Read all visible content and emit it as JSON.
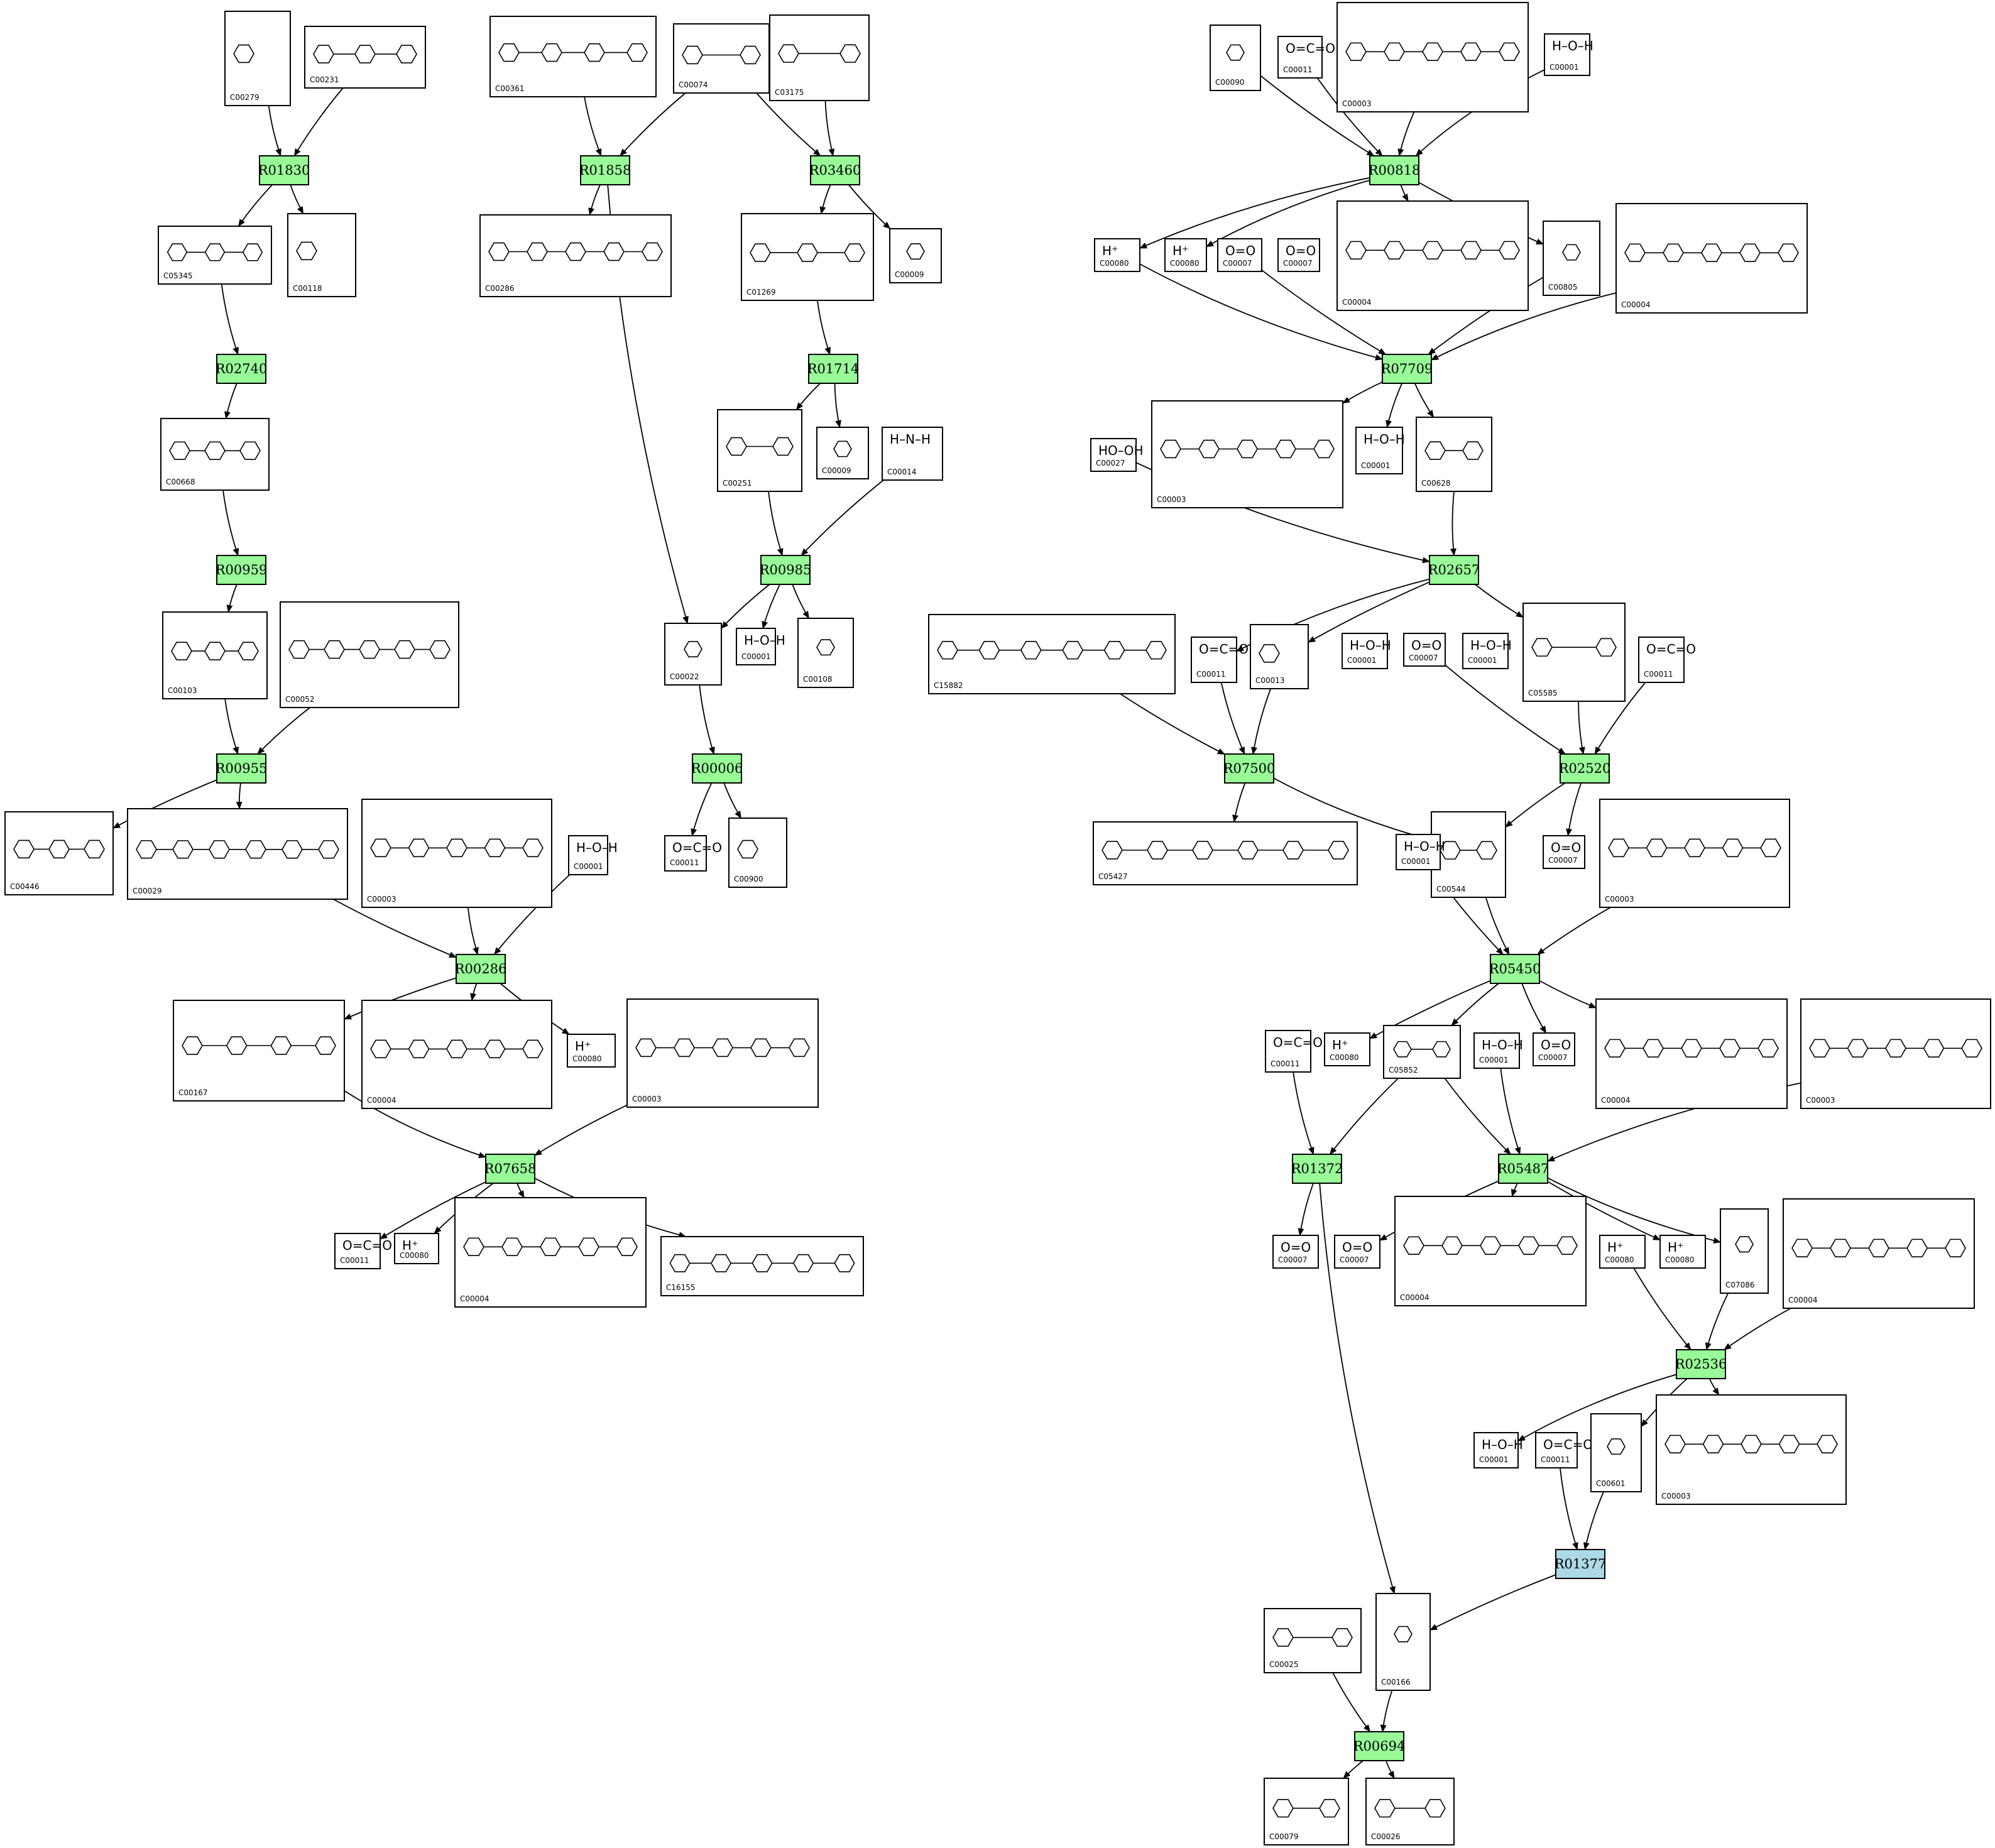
{
  "colors": {
    "reaction_fill": "#98fb98",
    "reaction_highlight_fill": "#add8e6",
    "compound_fill": "#ffffff",
    "line": "#000000"
  },
  "reactions": [
    {
      "id": "R01830",
      "color": "#98fb98"
    },
    {
      "id": "R02740",
      "color": "#98fb98"
    },
    {
      "id": "R00959",
      "color": "#98fb98"
    },
    {
      "id": "R00955",
      "color": "#98fb98"
    },
    {
      "id": "R00286",
      "color": "#98fb98"
    },
    {
      "id": "R07658",
      "color": "#98fb98"
    },
    {
      "id": "R01858",
      "color": "#98fb98"
    },
    {
      "id": "R03460",
      "color": "#98fb98"
    },
    {
      "id": "R01714",
      "color": "#98fb98"
    },
    {
      "id": "R00985",
      "color": "#98fb98"
    },
    {
      "id": "R00006",
      "color": "#98fb98"
    },
    {
      "id": "R00818",
      "color": "#98fb98"
    },
    {
      "id": "R07709",
      "color": "#98fb98"
    },
    {
      "id": "R02657",
      "color": "#98fb98"
    },
    {
      "id": "R07500",
      "color": "#98fb98"
    },
    {
      "id": "R02520",
      "color": "#98fb98"
    },
    {
      "id": "R05450",
      "color": "#98fb98"
    },
    {
      "id": "R01372",
      "color": "#98fb98"
    },
    {
      "id": "R05487",
      "color": "#98fb98"
    },
    {
      "id": "R02536",
      "color": "#98fb98"
    },
    {
      "id": "R01377",
      "color": "#add8e6"
    },
    {
      "id": "R00694",
      "color": "#98fb98"
    }
  ],
  "compounds": [
    {
      "id": "C00279",
      "label": ""
    },
    {
      "id": "C00231",
      "label": ""
    },
    {
      "id": "C05345",
      "label": ""
    },
    {
      "id": "C00118",
      "label": ""
    },
    {
      "id": "C00668",
      "label": ""
    },
    {
      "id": "C00103",
      "label": ""
    },
    {
      "id": "C00052",
      "label": ""
    },
    {
      "id": "C00446",
      "label": ""
    },
    {
      "id": "C00029",
      "label": ""
    },
    {
      "id": "C00003",
      "label": ""
    },
    {
      "id": "C00001",
      "label": "H–O–H"
    },
    {
      "id": "C00167",
      "label": ""
    },
    {
      "id": "C00004",
      "label": ""
    },
    {
      "id": "C00080",
      "label": "H⁺"
    },
    {
      "id": "C00003",
      "label": ""
    },
    {
      "id": "C00011",
      "label": "O=C=O"
    },
    {
      "id": "C00080",
      "label": "H⁺"
    },
    {
      "id": "C00004",
      "label": ""
    },
    {
      "id": "C16155",
      "label": ""
    },
    {
      "id": "C00361",
      "label": ""
    },
    {
      "id": "C00074",
      "label": ""
    },
    {
      "id": "C03175",
      "label": ""
    },
    {
      "id": "C00286",
      "label": ""
    },
    {
      "id": "C01269",
      "label": ""
    },
    {
      "id": "C00009",
      "label": ""
    },
    {
      "id": "C00251",
      "label": ""
    },
    {
      "id": "C00009",
      "label": ""
    },
    {
      "id": "C00014",
      "label": "H–N–H"
    },
    {
      "id": "C00022",
      "label": ""
    },
    {
      "id": "C00001",
      "label": "H–O–H"
    },
    {
      "id": "C00108",
      "label": ""
    },
    {
      "id": "C00011",
      "label": "O=C=O"
    },
    {
      "id": "C00900",
      "label": ""
    },
    {
      "id": "C00090",
      "label": ""
    },
    {
      "id": "C00011",
      "label": "O=C=O"
    },
    {
      "id": "C00003",
      "label": ""
    },
    {
      "id": "C00001",
      "label": "H–O–H"
    },
    {
      "id": "C00080",
      "label": "H⁺"
    },
    {
      "id": "C00080",
      "label": "H⁺"
    },
    {
      "id": "C00007",
      "label": "O=O"
    },
    {
      "id": "C00007",
      "label": "O=O"
    },
    {
      "id": "C00004",
      "label": ""
    },
    {
      "id": "C00805",
      "label": ""
    },
    {
      "id": "C00004",
      "label": ""
    },
    {
      "id": "C00027",
      "label": "HO–OH"
    },
    {
      "id": "C00003",
      "label": ""
    },
    {
      "id": "C00001",
      "label": "H–O–H"
    },
    {
      "id": "C00628",
      "label": ""
    },
    {
      "id": "C15882",
      "label": ""
    },
    {
      "id": "C00011",
      "label": "O=C=O"
    },
    {
      "id": "C00013",
      "label": ""
    },
    {
      "id": "C00001",
      "label": "H–O–H"
    },
    {
      "id": "C00007",
      "label": "O=O"
    },
    {
      "id": "C00001",
      "label": "H–O–H"
    },
    {
      "id": "C05585",
      "label": ""
    },
    {
      "id": "C00011",
      "label": "O=C=O"
    },
    {
      "id": "C05427",
      "label": ""
    },
    {
      "id": "C00544",
      "label": ""
    },
    {
      "id": "C00007",
      "label": "O=O"
    },
    {
      "id": "C00003",
      "label": ""
    },
    {
      "id": "C00001",
      "label": "H–O–H"
    },
    {
      "id": "C00011",
      "label": "O=C=O"
    },
    {
      "id": "C00080",
      "label": "H⁺"
    },
    {
      "id": "C05852",
      "label": ""
    },
    {
      "id": "C00001",
      "label": "H–O–H"
    },
    {
      "id": "C00007",
      "label": "O=O"
    },
    {
      "id": "C00004",
      "label": ""
    },
    {
      "id": "C00003",
      "label": ""
    },
    {
      "id": "C00007",
      "label": "O=O"
    },
    {
      "id": "C00007",
      "label": "O=O"
    },
    {
      "id": "C00004",
      "label": ""
    },
    {
      "id": "C00080",
      "label": "H⁺"
    },
    {
      "id": "C00080",
      "label": "H⁺"
    },
    {
      "id": "C07086",
      "label": ""
    },
    {
      "id": "C00004",
      "label": ""
    },
    {
      "id": "C00001",
      "label": "H–O–H"
    },
    {
      "id": "C00011",
      "label": "O=C=O"
    },
    {
      "id": "C00601",
      "label": ""
    },
    {
      "id": "C00003",
      "label": ""
    },
    {
      "id": "C00025",
      "label": ""
    },
    {
      "id": "C00166",
      "label": ""
    },
    {
      "id": "C00079",
      "label": ""
    },
    {
      "id": "C00026",
      "label": ""
    }
  ],
  "edges": [
    {
      "from": "C00279",
      "to": "R01830"
    },
    {
      "from": "C00231",
      "to": "R01830"
    },
    {
      "from": "R01830",
      "to": "C05345"
    },
    {
      "from": "R01830",
      "to": "C00118"
    },
    {
      "from": "C05345",
      "to": "R02740"
    },
    {
      "from": "R02740",
      "to": "C00668"
    },
    {
      "from": "C00668",
      "to": "R00959"
    },
    {
      "from": "R00959",
      "to": "C00103"
    },
    {
      "from": "C00103",
      "to": "R00955"
    },
    {
      "from": "C00052",
      "to": "R00955"
    },
    {
      "from": "R00955",
      "to": "C00446"
    },
    {
      "from": "R00955",
      "to": "C00029"
    },
    {
      "from": "C00029",
      "to": "R00286"
    },
    {
      "from": "C00003",
      "to": "R00286"
    },
    {
      "from": "C00001",
      "to": "R00286"
    },
    {
      "from": "R00286",
      "to": "C00167"
    },
    {
      "from": "R00286",
      "to": "C00004"
    },
    {
      "from": "R00286",
      "to": "C00080"
    },
    {
      "from": "C00167",
      "to": "R07658"
    },
    {
      "from": "C00003",
      "to": "R07658"
    },
    {
      "from": "R07658",
      "to": "C00011"
    },
    {
      "from": "R07658",
      "to": "C00080"
    },
    {
      "from": "R07658",
      "to": "C00004"
    },
    {
      "from": "R07658",
      "to": "C16155"
    },
    {
      "from": "C00361",
      "to": "R01858"
    },
    {
      "from": "C00074",
      "to": "R01858"
    },
    {
      "from": "C00074",
      "to": "R03460"
    },
    {
      "from": "C03175",
      "to": "R03460"
    },
    {
      "from": "R01858",
      "to": "C00286"
    },
    {
      "from": "R01858",
      "to": "C00022"
    },
    {
      "from": "R03460",
      "to": "C01269"
    },
    {
      "from": "R03460",
      "to": "C00009"
    },
    {
      "from": "C01269",
      "to": "R01714"
    },
    {
      "from": "R01714",
      "to": "C00251"
    },
    {
      "from": "R01714",
      "to": "C00009"
    },
    {
      "from": "C00251",
      "to": "R00985"
    },
    {
      "from": "C00014",
      "to": "R00985"
    },
    {
      "from": "R00985",
      "to": "C00022"
    },
    {
      "from": "R00985",
      "to": "C00001"
    },
    {
      "from": "R00985",
      "to": "C00108"
    },
    {
      "from": "C00022",
      "to": "R00006"
    },
    {
      "from": "R00006",
      "to": "C00011"
    },
    {
      "from": "R00006",
      "to": "C00900"
    },
    {
      "from": "C00090",
      "to": "R00818"
    },
    {
      "from": "C00011",
      "to": "R00818"
    },
    {
      "from": "C00003",
      "to": "R00818"
    },
    {
      "from": "C00001",
      "to": "R00818"
    },
    {
      "from": "R00818",
      "to": "C00080"
    },
    {
      "from": "R00818",
      "to": "C00007"
    },
    {
      "from": "R00818",
      "to": "C00004"
    },
    {
      "from": "R00818",
      "to": "C00805"
    },
    {
      "from": "C00080",
      "to": "R07709"
    },
    {
      "from": "C00007",
      "to": "R07709"
    },
    {
      "from": "C00805",
      "to": "R07709"
    },
    {
      "from": "C00004",
      "to": "R07709"
    },
    {
      "from": "R07709",
      "to": "C00003"
    },
    {
      "from": "R07709",
      "to": "C00001"
    },
    {
      "from": "R07709",
      "to": "C00628"
    },
    {
      "from": "C00027",
      "to": "R02657"
    },
    {
      "from": "C00628",
      "to": "R02657"
    },
    {
      "from": "R02657",
      "to": "C00001"
    },
    {
      "from": "R02657",
      "to": "C00007"
    },
    {
      "from": "R02657",
      "to": "C05585"
    },
    {
      "from": "C15882",
      "to": "R07500"
    },
    {
      "from": "C00011",
      "to": "R07500"
    },
    {
      "from": "C00013",
      "to": "R07500"
    },
    {
      "from": "R07500",
      "to": "C05427"
    },
    {
      "from": "R07500",
      "to": "C00544"
    },
    {
      "from": "C00001",
      "to": "R02520"
    },
    {
      "from": "C05585",
      "to": "R02520"
    },
    {
      "from": "C00011",
      "to": "R02520"
    },
    {
      "from": "R02520",
      "to": "C00544"
    },
    {
      "from": "R02520",
      "to": "C00007"
    },
    {
      "from": "C00001",
      "to": "R05450"
    },
    {
      "from": "C00544",
      "to": "R05450"
    },
    {
      "from": "C00003",
      "to": "R05450"
    },
    {
      "from": "R05450",
      "to": "C00080"
    },
    {
      "from": "R05450",
      "to": "C05852"
    },
    {
      "from": "R05450",
      "to": "C00007"
    },
    {
      "from": "R05450",
      "to": "C00004"
    },
    {
      "from": "C00011",
      "to": "R01372"
    },
    {
      "from": "C05852",
      "to": "R01372"
    },
    {
      "from": "C05852",
      "to": "R05487"
    },
    {
      "from": "C00001",
      "to": "R05487"
    },
    {
      "from": "C00003",
      "to": "R05487"
    },
    {
      "from": "R01372",
      "to": "C00007"
    },
    {
      "from": "R01372",
      "to": "C00166"
    },
    {
      "from": "R05487",
      "to": "C00007"
    },
    {
      "from": "R05487",
      "to": "C00004"
    },
    {
      "from": "R05487",
      "to": "C00080"
    },
    {
      "from": "R05487",
      "to": "C07086"
    },
    {
      "from": "C00080",
      "to": "R02536"
    },
    {
      "from": "C07086",
      "to": "R02536"
    },
    {
      "from": "C00004",
      "to": "R02536"
    },
    {
      "from": "R02536",
      "to": "C00001"
    },
    {
      "from": "R02536",
      "to": "C00601"
    },
    {
      "from": "R02536",
      "to": "C00003"
    },
    {
      "from": "C00011",
      "to": "R01377"
    },
    {
      "from": "C00601",
      "to": "R01377"
    },
    {
      "from": "R01377",
      "to": "C00166"
    },
    {
      "from": "C00025",
      "to": "R00694"
    },
    {
      "from": "C00166",
      "to": "R00694"
    },
    {
      "from": "R00694",
      "to": "C00079"
    },
    {
      "from": "R00694",
      "to": "C00026"
    }
  ]
}
